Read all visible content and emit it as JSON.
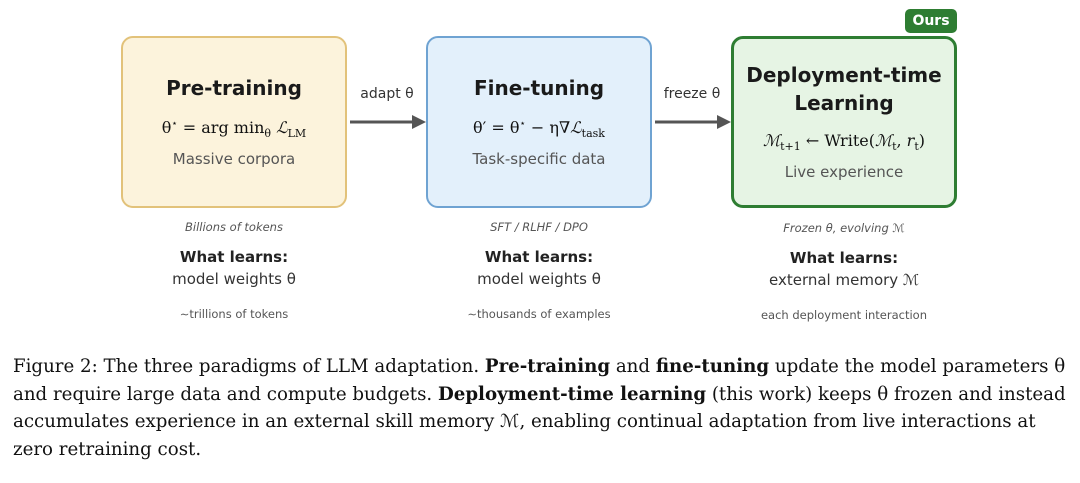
{
  "boxes": [
    {
      "title": "Pre-training",
      "formula": "θ* = arg minθ ℒLM",
      "subtitle": "Massive corpora",
      "note": "Billions of tokens",
      "learns_heading": "What learns:",
      "learns_value": "model weights θ",
      "scale": "∼trillions of tokens"
    },
    {
      "title": "Fine-tuning",
      "formula": "θ′ = θ* − η∇ℒtask",
      "subtitle": "Task-specific data",
      "note": "SFT / RLHF / DPO",
      "learns_heading": "What learns:",
      "learns_value": "model weights θ",
      "scale": "∼thousands of examples"
    },
    {
      "title_line1": "Deployment-time",
      "title_line2": "Learning",
      "formula": "ℳt+1 ← Write(ℳt, rt)",
      "subtitle": "Live experience",
      "note": "Frozen θ, evolving ℳ",
      "learns_heading": "What learns:",
      "learns_value": "external memory ℳ",
      "scale": "each deployment interaction",
      "badge": "Ours"
    }
  ],
  "arrows": [
    {
      "label": "adapt θ"
    },
    {
      "label": "freeze θ"
    }
  ],
  "caption": {
    "prefix": "Figure 2: The three paradigms of LLM adaptation. ",
    "bold1": "Pre-training",
    "mid1": " and ",
    "bold2": "fine-tuning",
    "mid2": " update the model parameters θ and require large data and compute budgets. ",
    "bold3": "Deployment-time learning",
    "suffix": " (this work) keeps θ frozen and instead accumulates experience in an external skill memory ℳ, enabling continual adaptation from live interactions at zero retraining cost."
  },
  "colors": {
    "pretrain_fill": "#fcf3dc",
    "pretrain_border": "#e2c27a",
    "finetune_fill": "#e3f0fb",
    "finetune_border": "#6fa3d2",
    "deploy_fill": "#e6f4e4",
    "deploy_border": "#2e7d32",
    "arrow": "#555555"
  }
}
